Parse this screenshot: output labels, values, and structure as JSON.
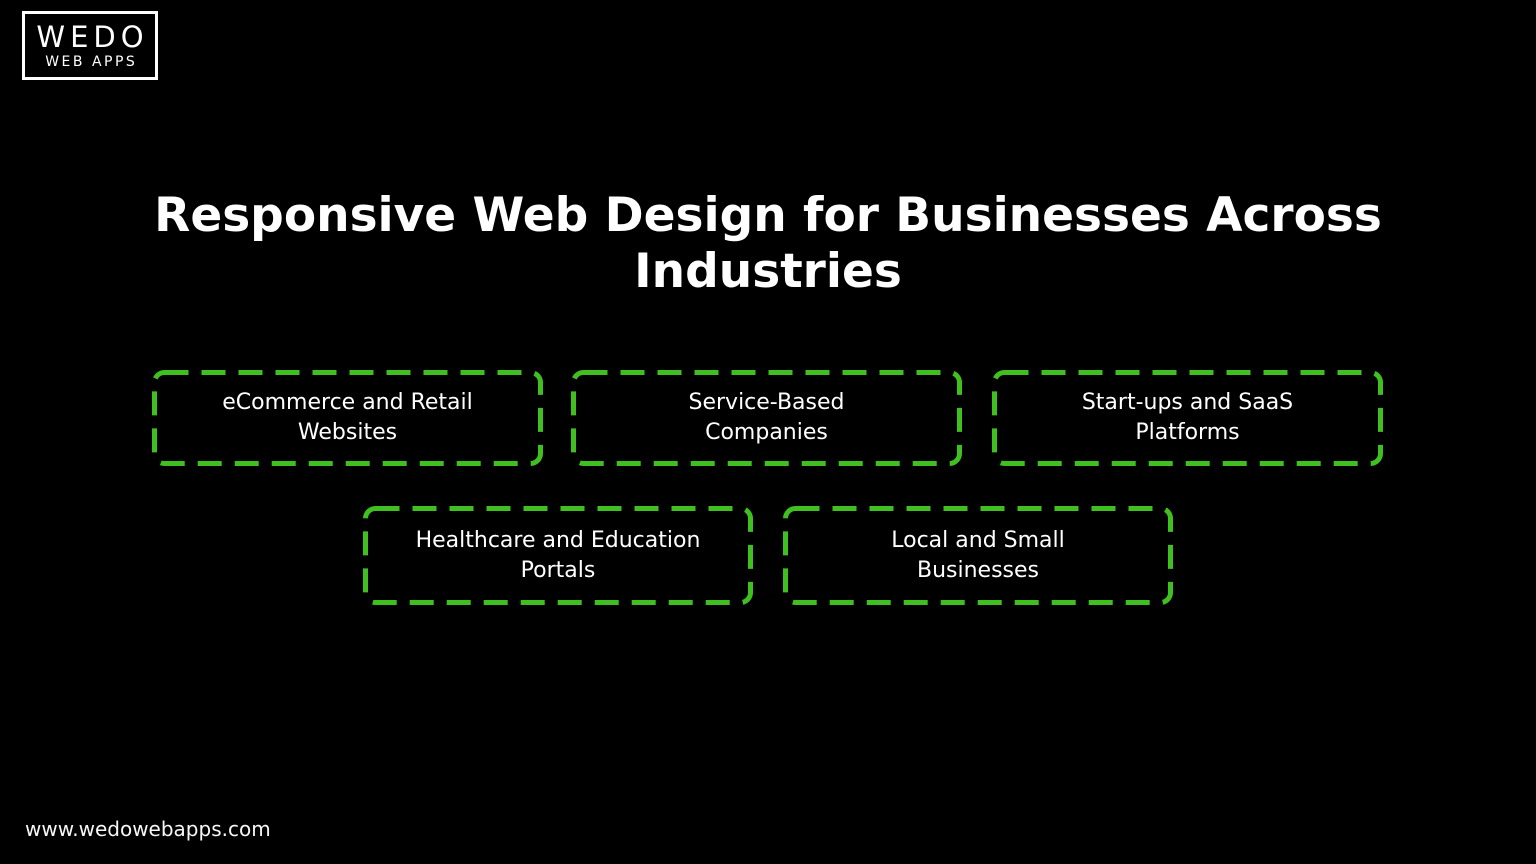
{
  "colors": {
    "background": "#000000",
    "accent_green": "#3FBF20",
    "text": "#FFFFFF",
    "logo_border": "#FFFFFF"
  },
  "logo": {
    "line1": "WEDO",
    "line2": "WEB APPS"
  },
  "title": "Responsive Web Design for Businesses Across\nIndustries",
  "industries": [
    {
      "label": "eCommerce and Retail\nWebsites"
    },
    {
      "label": "Service-Based\nCompanies"
    },
    {
      "label": "Start-ups and SaaS\nPlatforms"
    },
    {
      "label": "Healthcare and Education\nPortals"
    },
    {
      "label": "Local and Small\nBusinesses"
    }
  ],
  "footer": {
    "website": "www.wedowebapps.com"
  }
}
